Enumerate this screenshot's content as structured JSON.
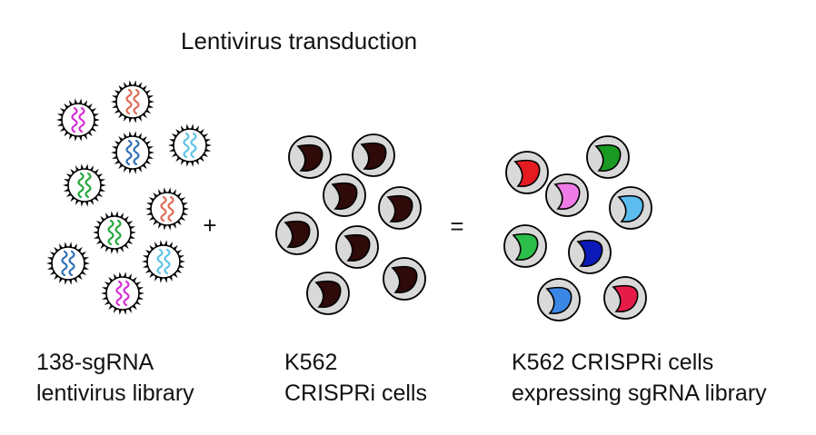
{
  "title": "Lentivirus transduction",
  "operators": {
    "plus": "+",
    "equals": "="
  },
  "captions": {
    "library": [
      "138-sgRNA",
      "lentivirus library"
    ],
    "cells": [
      "K562",
      "CRISPRi cells"
    ],
    "result": [
      "K562 CRISPRi cells",
      "expressing sgRNA library"
    ]
  },
  "colors": {
    "cell_body": "#d9d9d9",
    "nucleus_untransduced": "#2e0a08",
    "outline": "#000000"
  },
  "sgRNA_colors": {
    "magenta": "#d52fd6",
    "salmon": "#e06a55",
    "sky_blue": "#5ec3e8",
    "blue": "#2f6fb5",
    "green": "#21a83b"
  },
  "nucleus_colors": {
    "red": "#e51b22",
    "pink": "#ee7be6",
    "dark_green": "#1a9a23",
    "light_blue": "#5cbcee",
    "green": "#2cbe48",
    "dark_blue": "#0b1ab8",
    "mid_blue": "#3a87e6",
    "crimson": "#e61c48"
  }
}
